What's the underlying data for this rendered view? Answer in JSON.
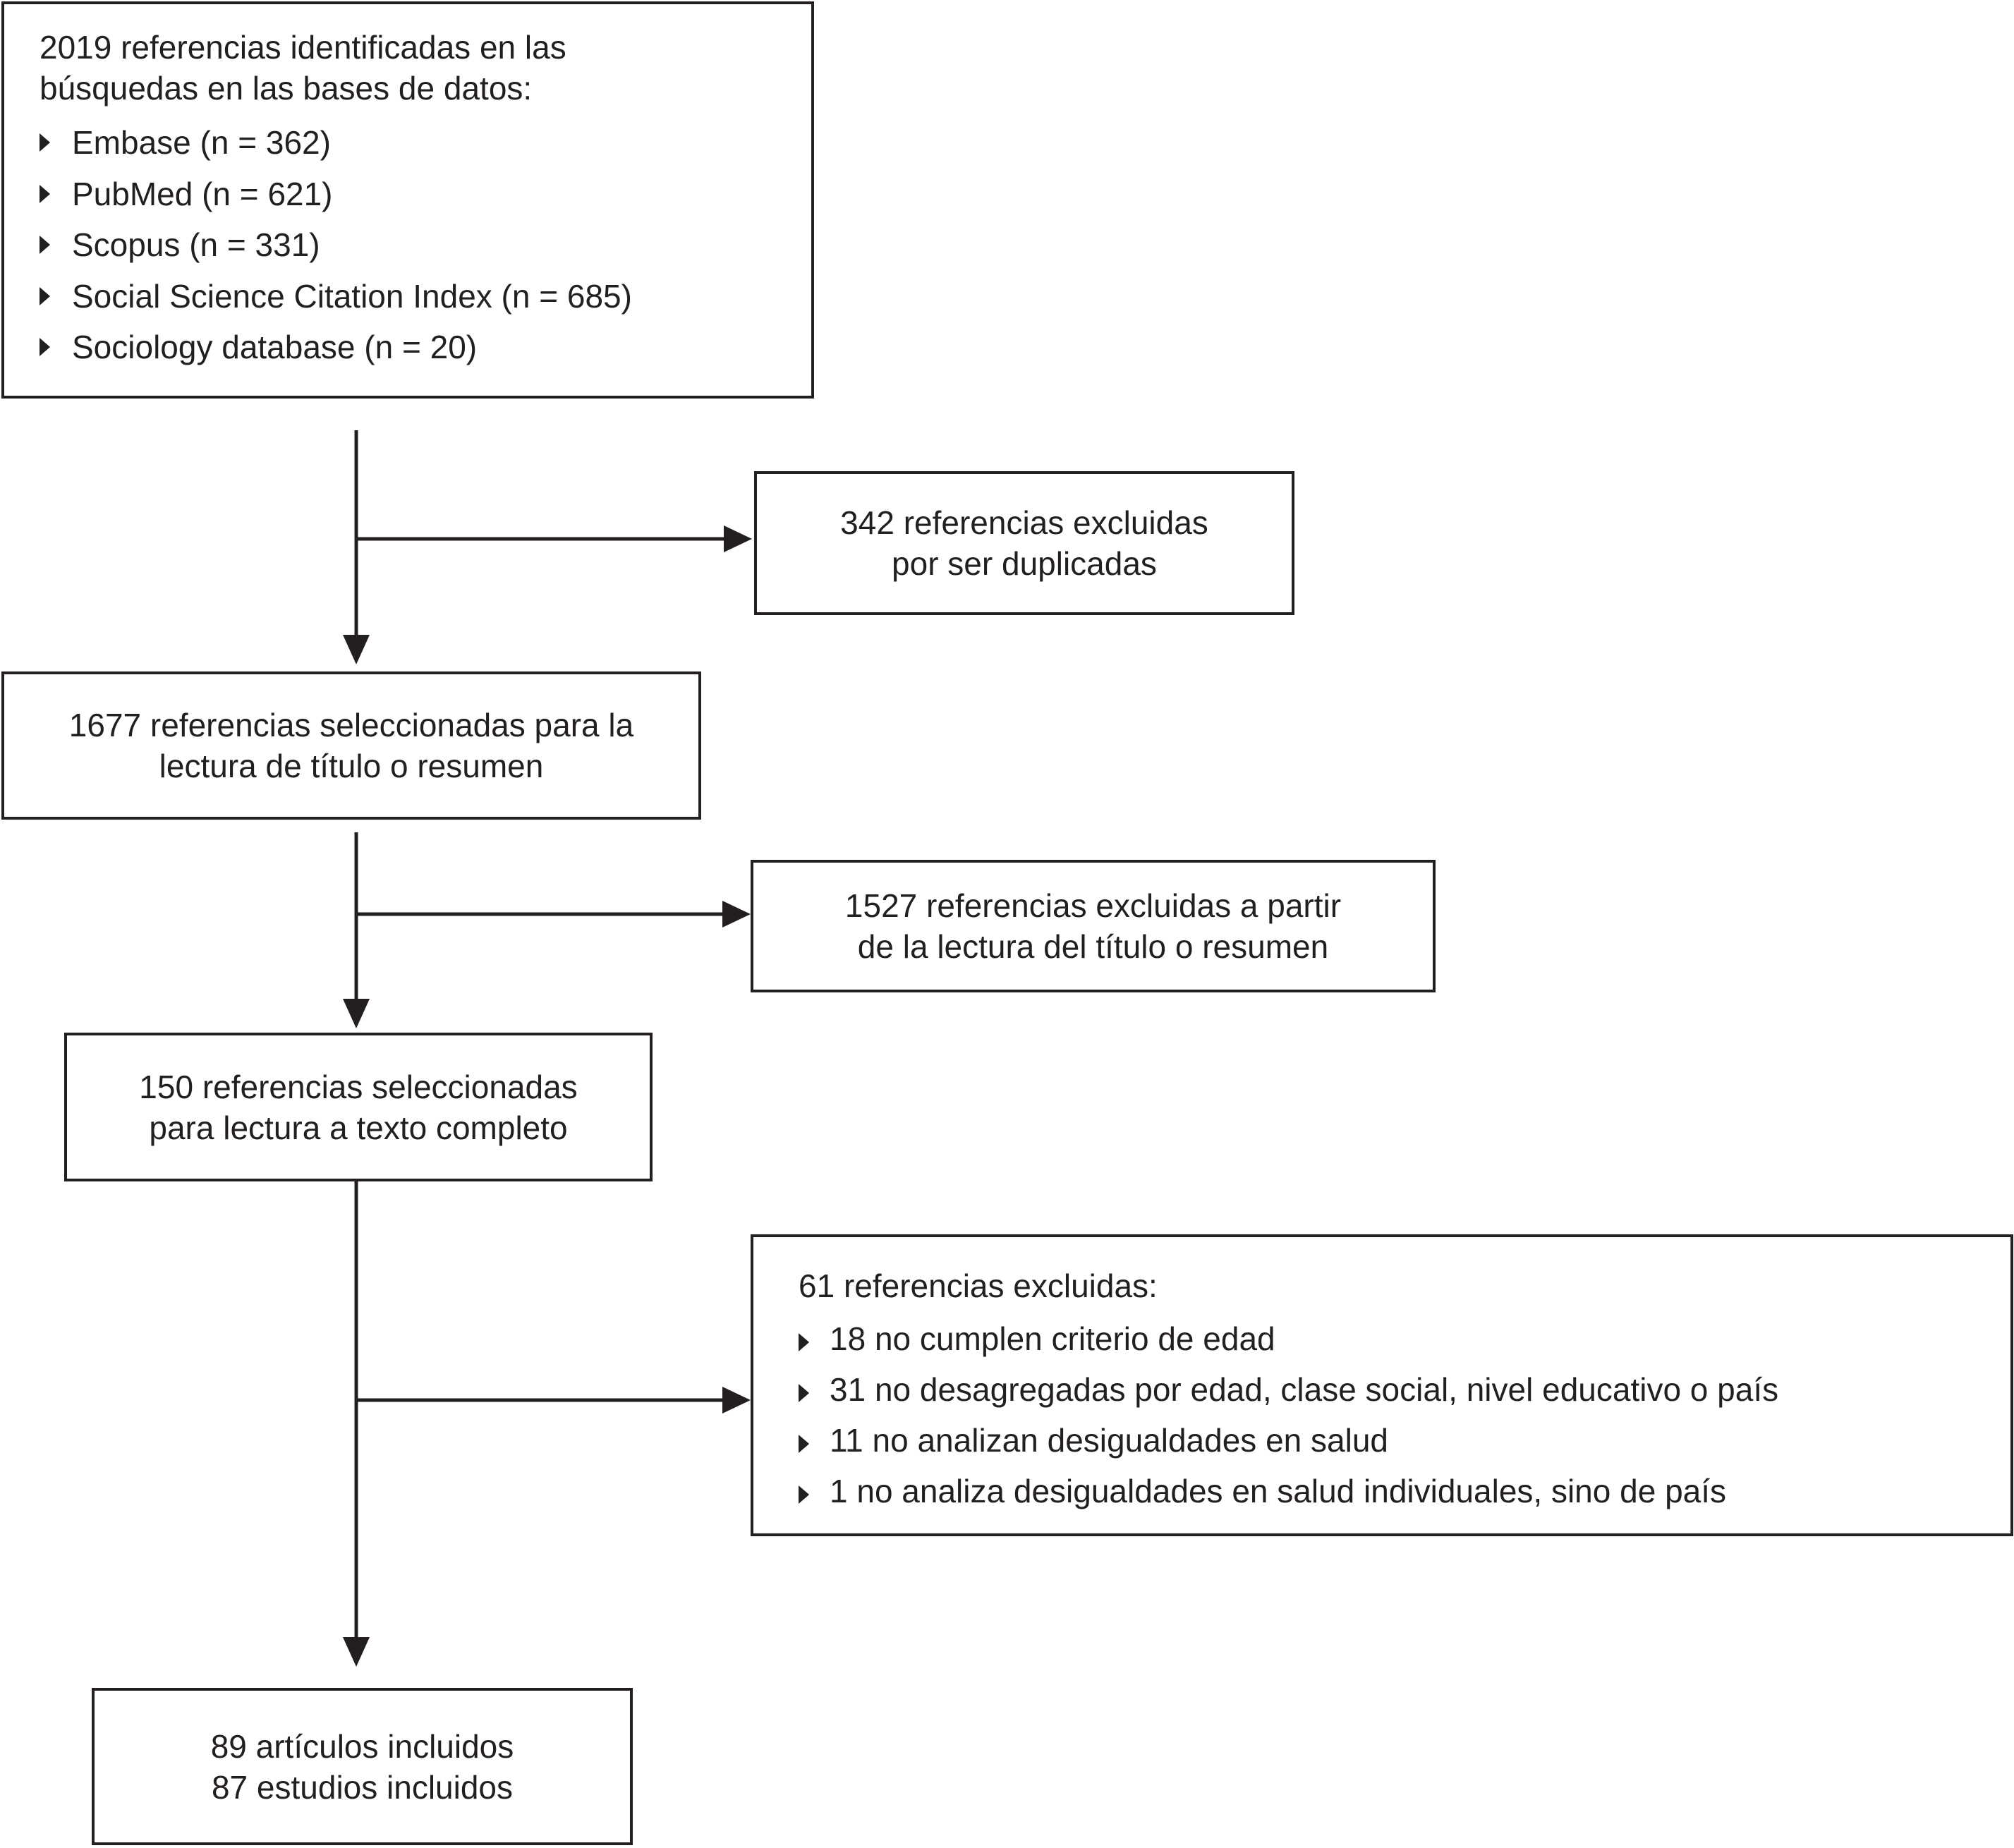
{
  "search": {
    "heading_line1": "2019 referencias identificadas en las",
    "heading_line2": "búsquedas en las bases de datos:",
    "databases": [
      "Embase (n = 362)",
      "PubMed (n = 621)",
      "Scopus (n = 331)",
      "Social Science Citation Index (n = 685)",
      "Sociology database (n = 20)"
    ]
  },
  "duplicates_excluded": {
    "line1": "342 referencias excluidas",
    "line2": "por ser duplicadas"
  },
  "title_screening": {
    "line1": "1677 referencias seleccionadas para la",
    "line2": "lectura de título o resumen"
  },
  "title_excluded": {
    "line1": "1527 referencias excluidas a partir",
    "line2": "de la lectura del título o resumen"
  },
  "fulltext_screening": {
    "line1": "150 referencias seleccionadas",
    "line2": "para lectura a texto completo"
  },
  "fulltext_excluded": {
    "heading": "61 referencias excluidas:",
    "reasons": [
      "18 no cumplen criterio de edad",
      "31 no desagregadas por edad, clase social, nivel educativo o país",
      "11 no analizan desigualdades en salud",
      "1 no analiza desigualdades en salud individuales, sino de país"
    ]
  },
  "included": {
    "line1": "89 artículos incluidos",
    "line2": "87 estudios incluidos"
  },
  "colors": {
    "stroke": "#231f20",
    "background": "#ffffff"
  }
}
